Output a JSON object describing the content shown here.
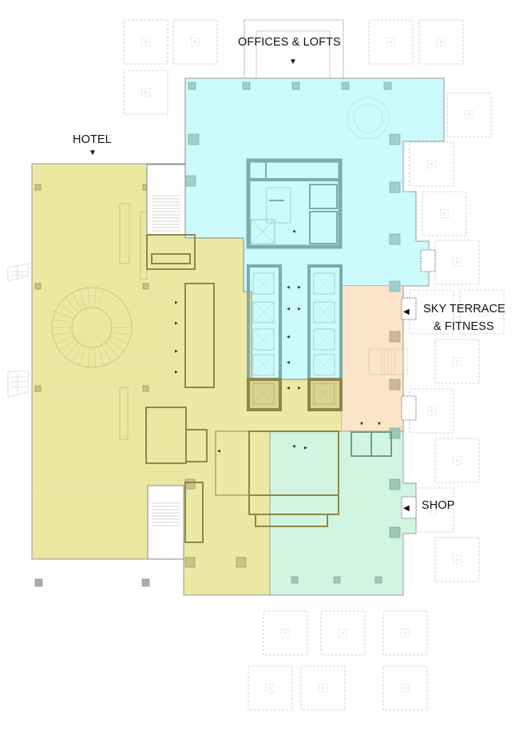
{
  "labels": {
    "offices": "OFFICES & LOFTS",
    "hotel": "HOTEL",
    "sky_terrace_line1": "SKY TERRACE",
    "sky_terrace_line2": "& FITNESS",
    "shop": "SHOP"
  },
  "entrance_arrow": "▼",
  "side_arrow": "◀",
  "zones": [
    {
      "id": "offices-lofts",
      "color": "#cdfafc",
      "core_color": "#9fcfcf",
      "core_stroke": "#6fa5a5"
    },
    {
      "id": "hotel",
      "color": "#ece9a4",
      "core_color": "#c9c38a",
      "core_stroke": "#8d874c"
    },
    {
      "id": "sky-terrace-fitness",
      "color": "#fbe4c8",
      "core_color": "#cdb99a",
      "core_stroke": "#a08c6c"
    },
    {
      "id": "shop",
      "color": "#d2f5e2",
      "core_color": "#9cc9b5",
      "core_stroke": "#6e9f8c"
    }
  ],
  "trees": [
    [
      155,
      25,
      55,
      55
    ],
    [
      217,
      25,
      55,
      55
    ],
    [
      155,
      88,
      55,
      55
    ],
    [
      462,
      25,
      55,
      55
    ],
    [
      525,
      25,
      55,
      55
    ],
    [
      560,
      116,
      55,
      55
    ],
    [
      513,
      178,
      55,
      55
    ],
    [
      529,
      240,
      55,
      55
    ],
    [
      545,
      301,
      55,
      55
    ],
    [
      513,
      363,
      55,
      55
    ],
    [
      576,
      363,
      55,
      55
    ],
    [
      545,
      425,
      55,
      55
    ],
    [
      513,
      487,
      55,
      55
    ],
    [
      545,
      549,
      55,
      55
    ],
    [
      513,
      611,
      55,
      55
    ],
    [
      545,
      673,
      55,
      55
    ],
    [
      330,
      765,
      55,
      55
    ],
    [
      402,
      765,
      55,
      55
    ],
    [
      480,
      765,
      55,
      55
    ],
    [
      311,
      834,
      55,
      55
    ],
    [
      377,
      834,
      55,
      55
    ],
    [
      480,
      834,
      55,
      55
    ]
  ]
}
